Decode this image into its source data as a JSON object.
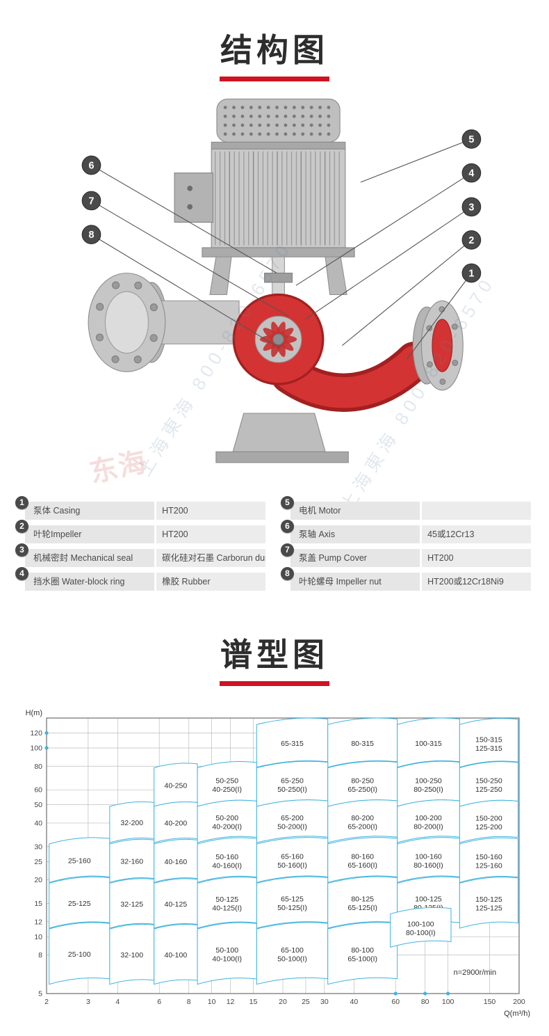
{
  "watermark": {
    "text": "上海東海 800-820-6570",
    "logo_text": "东海"
  },
  "structure_section": {
    "title": "结构图",
    "callout_numbers": [
      "1",
      "2",
      "3",
      "4",
      "5",
      "6",
      "7",
      "8"
    ],
    "parts_left": [
      {
        "no": "1",
        "name": "泵体 Casing",
        "material": "HT200"
      },
      {
        "no": "2",
        "name": "叶轮Impeller",
        "material": "HT200"
      },
      {
        "no": "3",
        "name": "机械密封 Mechanical seal",
        "material": "碳化硅对石墨 Carborun dum"
      },
      {
        "no": "4",
        "name": "挡水圈 Water-block ring",
        "material": "橡胶 Rubber"
      }
    ],
    "parts_right": [
      {
        "no": "5",
        "name": "电机 Motor",
        "material": ""
      },
      {
        "no": "6",
        "name": "泵轴 Axis",
        "material": "45或12Cr13"
      },
      {
        "no": "7",
        "name": "泵盖 Pump Cover",
        "material": "HT200"
      },
      {
        "no": "8",
        "name": "叶轮螺母 Impeller nut",
        "material": "HT200或12Cr18Ni9"
      }
    ]
  },
  "chart_section": {
    "title": "谱型图"
  },
  "chart_data": {
    "type": "heatmap",
    "subtype": "pump-selection-region-map",
    "title": "谱型图",
    "xlabel": "Q(m³/h)",
    "ylabel": "H(m)",
    "x_scale": "log",
    "y_scale": "log",
    "xlim": [
      2,
      200
    ],
    "ylim": [
      5,
      144
    ],
    "x_ticks": [
      2,
      3,
      4,
      6,
      8,
      10,
      12,
      15,
      20,
      25,
      30,
      40,
      60,
      80,
      100,
      150,
      200
    ],
    "y_ticks": [
      120,
      100,
      80,
      60,
      50,
      40,
      30,
      25,
      20,
      15,
      12,
      10,
      8,
      5
    ],
    "note": "n=2900r/min",
    "accent_color": "#3fb4de",
    "grid": true,
    "axis_markers": {
      "y": [
        120,
        100
      ],
      "x": [
        60,
        80,
        100
      ]
    },
    "regions": [
      {
        "label": "65-315",
        "q": [
          15.5,
          31
        ],
        "h": [
          79,
          133
        ]
      },
      {
        "label": "80-315",
        "q": [
          31,
          61
        ],
        "h": [
          79,
          133
        ]
      },
      {
        "label": "100-315",
        "q": [
          61,
          112
        ],
        "h": [
          79,
          133
        ]
      },
      {
        "label": "150-315",
        "label2": "125-315",
        "q": [
          112,
          198
        ],
        "h": [
          79,
          133
        ]
      },
      {
        "label": "40-250",
        "q": [
          5.7,
          8.7
        ],
        "h": [
          49,
          78.5
        ]
      },
      {
        "label": "50-250",
        "label2": "40-250(I)",
        "q": [
          8.7,
          15.5
        ],
        "h": [
          49,
          78.5
        ]
      },
      {
        "label": "65-250",
        "label2": "50-250(I)",
        "q": [
          15.5,
          31
        ],
        "h": [
          49,
          78.5
        ]
      },
      {
        "label": "80-250",
        "label2": "65-250(I)",
        "q": [
          31,
          61
        ],
        "h": [
          49,
          78.5
        ]
      },
      {
        "label": "100-250",
        "label2": "80-250(I)",
        "q": [
          61,
          112
        ],
        "h": [
          49,
          78.5
        ]
      },
      {
        "label": "150-250",
        "label2": "125-250",
        "q": [
          112,
          198
        ],
        "h": [
          49,
          78.5
        ]
      },
      {
        "label": "32-200",
        "q": [
          3.7,
          5.7
        ],
        "h": [
          31.5,
          49
        ]
      },
      {
        "label": "40-200",
        "q": [
          5.7,
          8.7
        ],
        "h": [
          31.5,
          49
        ]
      },
      {
        "label": "50-200",
        "label2": "40-200(I)",
        "q": [
          8.7,
          15.5
        ],
        "h": [
          31.5,
          49
        ]
      },
      {
        "label": "65-200",
        "label2": "50-200(I)",
        "q": [
          15.5,
          31
        ],
        "h": [
          31.5,
          49
        ]
      },
      {
        "label": "80-200",
        "label2": "65-200(I)",
        "q": [
          31,
          61
        ],
        "h": [
          31.5,
          49
        ]
      },
      {
        "label": "100-200",
        "label2": "80-200(I)",
        "q": [
          61,
          112
        ],
        "h": [
          31.5,
          49
        ]
      },
      {
        "label": "150-200",
        "label2": "125-200",
        "q": [
          112,
          198
        ],
        "h": [
          31.5,
          49
        ]
      },
      {
        "label": "25-160",
        "q": [
          2.05,
          3.7
        ],
        "h": [
          19.4,
          31
        ]
      },
      {
        "label": "32-160",
        "q": [
          3.7,
          5.7
        ],
        "h": [
          19.4,
          31
        ]
      },
      {
        "label": "40-160",
        "q": [
          5.7,
          8.7
        ],
        "h": [
          19.4,
          31
        ]
      },
      {
        "label": "50-160",
        "label2": "40-160(I)",
        "q": [
          8.7,
          15.5
        ],
        "h": [
          19.4,
          31
        ]
      },
      {
        "label": "65-160",
        "label2": "50-160(I)",
        "q": [
          15.5,
          31
        ],
        "h": [
          19.4,
          31
        ]
      },
      {
        "label": "80-160",
        "label2": "65-160(I)",
        "q": [
          31,
          61
        ],
        "h": [
          19.4,
          31
        ]
      },
      {
        "label": "100-160",
        "label2": "80-160(I)",
        "q": [
          61,
          112
        ],
        "h": [
          19.4,
          31
        ]
      },
      {
        "label": "150-160",
        "label2": "125-160",
        "q": [
          112,
          198
        ],
        "h": [
          19.4,
          31
        ]
      },
      {
        "label": "25-125",
        "q": [
          2.05,
          3.7
        ],
        "h": [
          11.1,
          19.2
        ]
      },
      {
        "label": "32-125",
        "q": [
          3.7,
          5.7
        ],
        "h": [
          11.1,
          19.2
        ]
      },
      {
        "label": "40-125",
        "q": [
          5.7,
          8.7
        ],
        "h": [
          11.1,
          19.2
        ]
      },
      {
        "label": "50-125",
        "label2": "40-125(I)",
        "q": [
          8.7,
          15.5
        ],
        "h": [
          11.1,
          19.2
        ]
      },
      {
        "label": "65-125",
        "label2": "50-125(I)",
        "q": [
          15.5,
          31
        ],
        "h": [
          11.1,
          19.2
        ]
      },
      {
        "label": "80-125",
        "label2": "65-125(I)",
        "q": [
          31,
          61
        ],
        "h": [
          11.1,
          19.2
        ]
      },
      {
        "label": "100-125",
        "label2": "80-125(I)",
        "q": [
          61,
          112
        ],
        "h": [
          11.1,
          19.2
        ]
      },
      {
        "label": "150-125",
        "label2": "125-125",
        "q": [
          112,
          198
        ],
        "h": [
          11.1,
          19.2
        ]
      },
      {
        "label": "25-100",
        "q": [
          2.05,
          3.7
        ],
        "h": [
          5.6,
          11
        ]
      },
      {
        "label": "32-100",
        "q": [
          3.7,
          5.7
        ],
        "h": [
          5.6,
          11
        ]
      },
      {
        "label": "40-100",
        "q": [
          5.7,
          8.7
        ],
        "h": [
          5.6,
          11
        ]
      },
      {
        "label": "50-100",
        "label2": "40-100(I)",
        "q": [
          8.7,
          15.5
        ],
        "h": [
          5.6,
          11
        ]
      },
      {
        "label": "65-100",
        "label2": "50-100(I)",
        "q": [
          15.5,
          31
        ],
        "h": [
          5.6,
          11
        ]
      },
      {
        "label": "80-100",
        "label2": "65-100(I)",
        "q": [
          31,
          61
        ],
        "h": [
          5.6,
          11
        ]
      },
      {
        "label": "100-100",
        "label2": "80-100(I)",
        "q": [
          57,
          103
        ],
        "h": [
          8.8,
          13.2
        ]
      }
    ]
  }
}
